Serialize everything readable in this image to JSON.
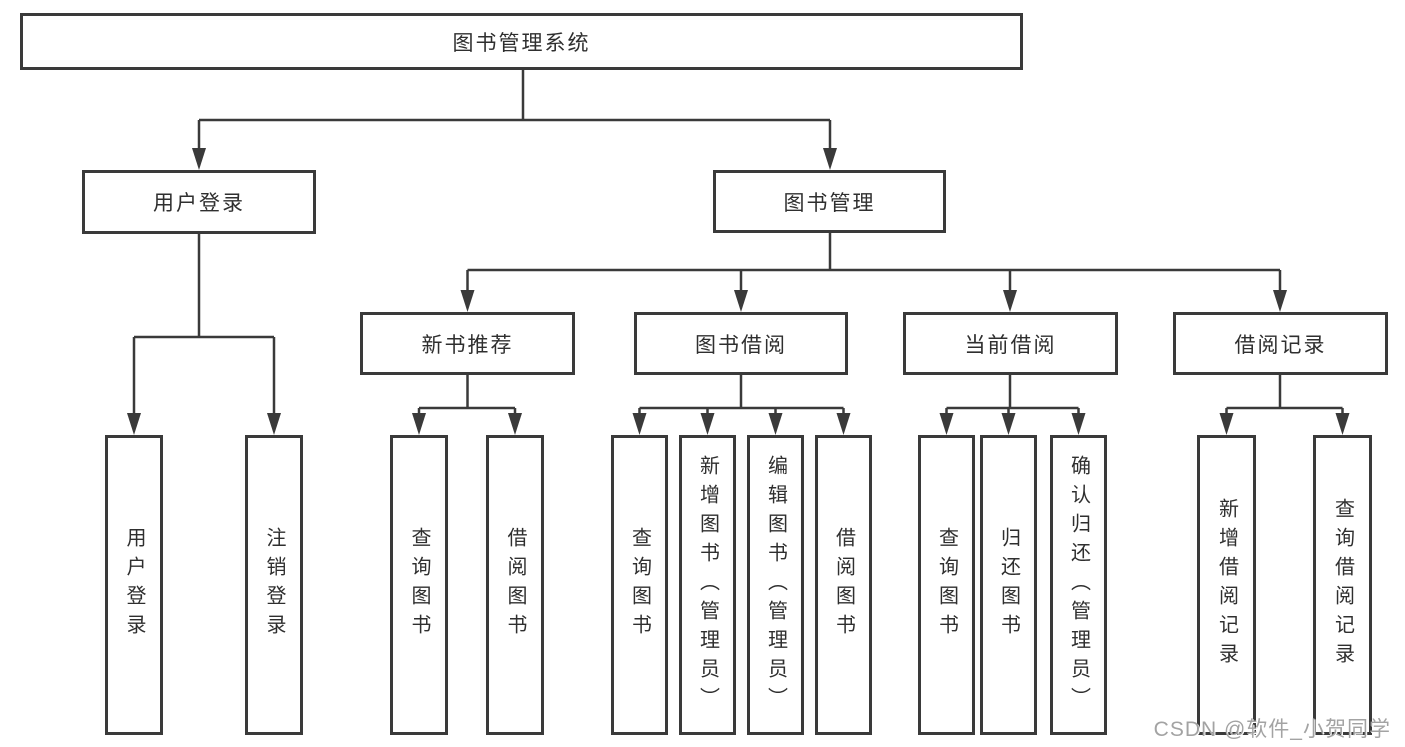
{
  "diagram": {
    "type": "tree",
    "title": "图书管理系统",
    "watermark": "CSDN @软件_小贺同学",
    "colors": {
      "line": "#3a3a3a",
      "box_border": "#3a3a3a",
      "text": "#2f2f2f",
      "background": "#ffffff",
      "watermark": "#a3a3a3"
    },
    "nodes": {
      "root": {
        "label": "图书管理系统"
      },
      "user_login": {
        "label": "用户登录"
      },
      "book_mgmt": {
        "label": "图书管理"
      },
      "new_book_rec": {
        "label": "新书推荐"
      },
      "book_borrow": {
        "label": "图书借阅"
      },
      "current_borrow": {
        "label": "当前借阅"
      },
      "borrow_records": {
        "label": "借阅记录"
      },
      "leaf_user_login": {
        "label": "用户登录"
      },
      "leaf_logout": {
        "label": "注销登录"
      },
      "leaf_rec_query": {
        "label": "查询图书"
      },
      "leaf_rec_borrow": {
        "label": "借阅图书"
      },
      "leaf_bor_query": {
        "label": "查询图书"
      },
      "leaf_bor_add": {
        "label": "新增图书（管理员）"
      },
      "leaf_bor_edit": {
        "label": "编辑图书（管理员）"
      },
      "leaf_bor_borrow": {
        "label": "借阅图书"
      },
      "leaf_cur_query": {
        "label": "查询图书"
      },
      "leaf_cur_return": {
        "label": "归还图书"
      },
      "leaf_cur_confirm": {
        "label": "确认归还（管理员）"
      },
      "leaf_log_add": {
        "label": "新增借阅记录"
      },
      "leaf_log_query": {
        "label": "查询借阅记录"
      }
    },
    "hierarchy": {
      "图书管理系统": [
        "用户登录",
        "图书管理"
      ],
      "用户登录": [
        "用户登录",
        "注销登录"
      ],
      "图书管理": [
        "新书推荐",
        "图书借阅",
        "当前借阅",
        "借阅记录"
      ],
      "新书推荐": [
        "查询图书",
        "借阅图书"
      ],
      "图书借阅": [
        "查询图书",
        "新增图书（管理员）",
        "编辑图书（管理员）",
        "借阅图书"
      ],
      "当前借阅": [
        "查询图书",
        "归还图书",
        "确认归还（管理员）"
      ],
      "借阅记录": [
        "新增借阅记录",
        "查询借阅记录"
      ]
    }
  }
}
